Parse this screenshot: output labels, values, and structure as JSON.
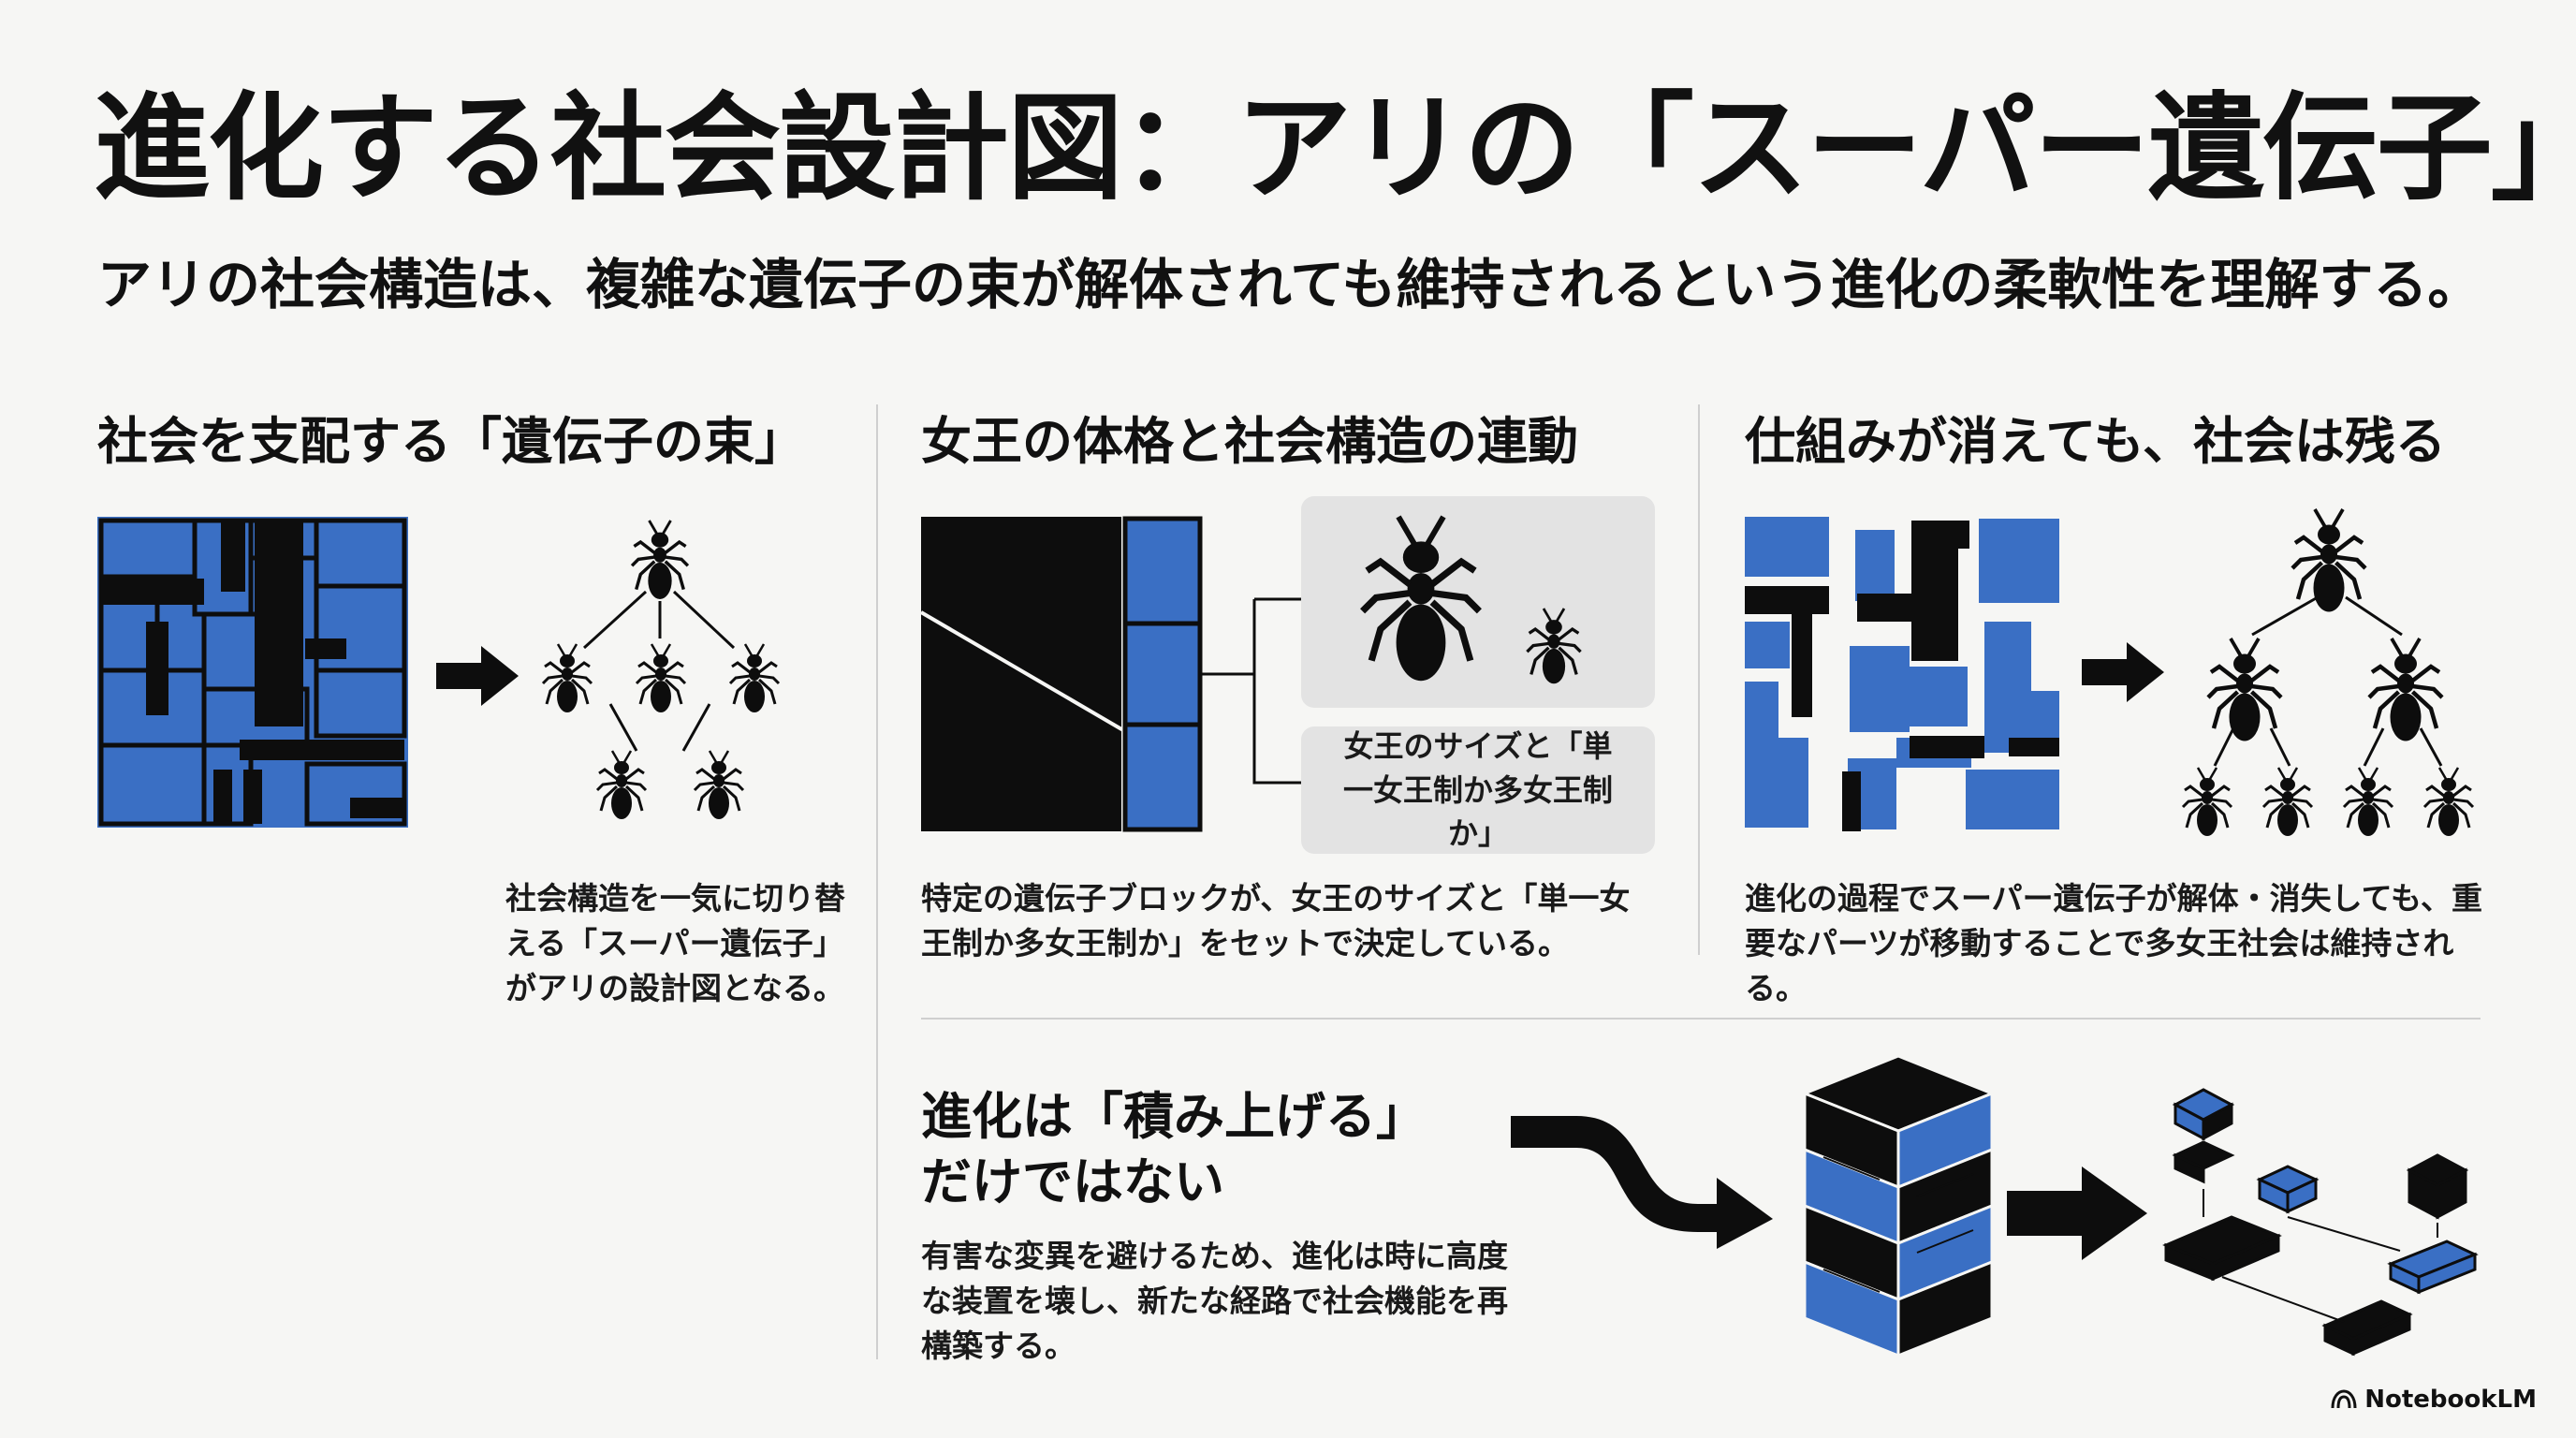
{
  "title": "進化する社会設計図：アリの「スーパー遺伝子」",
  "subtitle": "アリの社会構造は、複雑な遺伝子の束が解体されても維持されるという進化の柔軟性を理解する。",
  "sections": [
    {
      "heading": "社会を支配する「遺伝子の束」",
      "caption": "社会構造を一気に切り替える「スーパー遺伝子」がアリの設計図となる。"
    },
    {
      "heading": "女王の体格と社会構造の連動",
      "callout": "女王のサイズと「単一女王制か多女王制か」",
      "caption": "特定の遺伝子ブロックが、女王のサイズと「単一女王制か多女王制か」をセットで決定している。"
    },
    {
      "heading": "仕組みが消えても、社会は残る",
      "caption": "進化の過程でスーパー遺伝子が解体・消失しても、重要なパーツが移動することで多女王社会は維持される。"
    },
    {
      "heading": "進化は「積み上げる」だけではない",
      "caption": "有害な変異を避けるため、進化は時に高度な装置を壊し、新たな経路で社会機能を再構築する。"
    }
  ],
  "colors": {
    "accent_blue": "#3a6fc4",
    "ink": "#0d0d0d",
    "panel_gray": "#e3e3e3"
  },
  "icons": [
    "ant-icon",
    "arrow-right-icon",
    "curved-arrow-icon",
    "block-stack-icon",
    "notebooklm-logo-icon"
  ],
  "brand": "NotebookLM"
}
